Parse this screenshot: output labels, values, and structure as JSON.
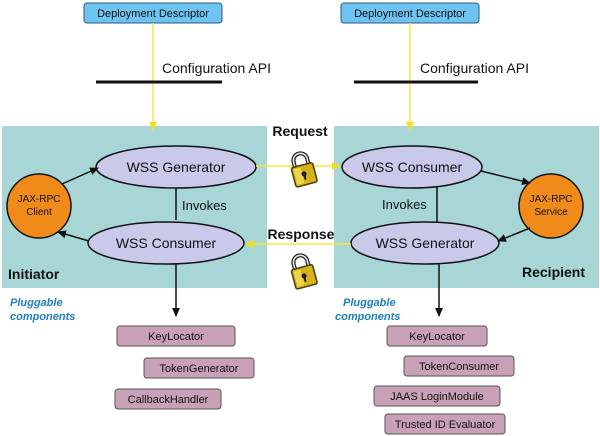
{
  "left": {
    "descriptor": "Deployment Descriptor",
    "config_api": "Configuration API",
    "generator": "WSS Generator",
    "consumer": "WSS Consumer",
    "invokes": "Invokes",
    "client_line1": "JAX-RPC",
    "client_line2": "Client",
    "role": "Initiator",
    "pluggable_line1": "Pluggable",
    "pluggable_line2": "components",
    "components": [
      "KeyLocator",
      "TokenGenerator",
      "CallbackHandler"
    ]
  },
  "right": {
    "descriptor": "Deployment Descriptor",
    "config_api": "Configuration API",
    "consumer": "WSS Consumer",
    "generator": "WSS Generator",
    "invokes": "Invokes",
    "service_line1": "JAX-RPC",
    "service_line2": "Service",
    "role": "Recipient",
    "pluggable_line1": "Pluggable",
    "pluggable_line2": "components",
    "components": [
      "KeyLocator",
      "TokenConsumer",
      "JAAS LoginModule",
      "Trusted ID Evaluator"
    ]
  },
  "request_label": "Request",
  "response_label": "Response",
  "icons": {
    "lock": "padlock-icon"
  },
  "colors": {
    "panel": "#a8d6d6",
    "descriptor_fill": "#6fc3f0",
    "ellipse_fill": "#c9c9ea",
    "circle_fill": "#f08a18",
    "component_fill": "#c9a1b6",
    "flow_arrow": "#f5e83a",
    "pluggable_text": "#1e7fc0"
  }
}
